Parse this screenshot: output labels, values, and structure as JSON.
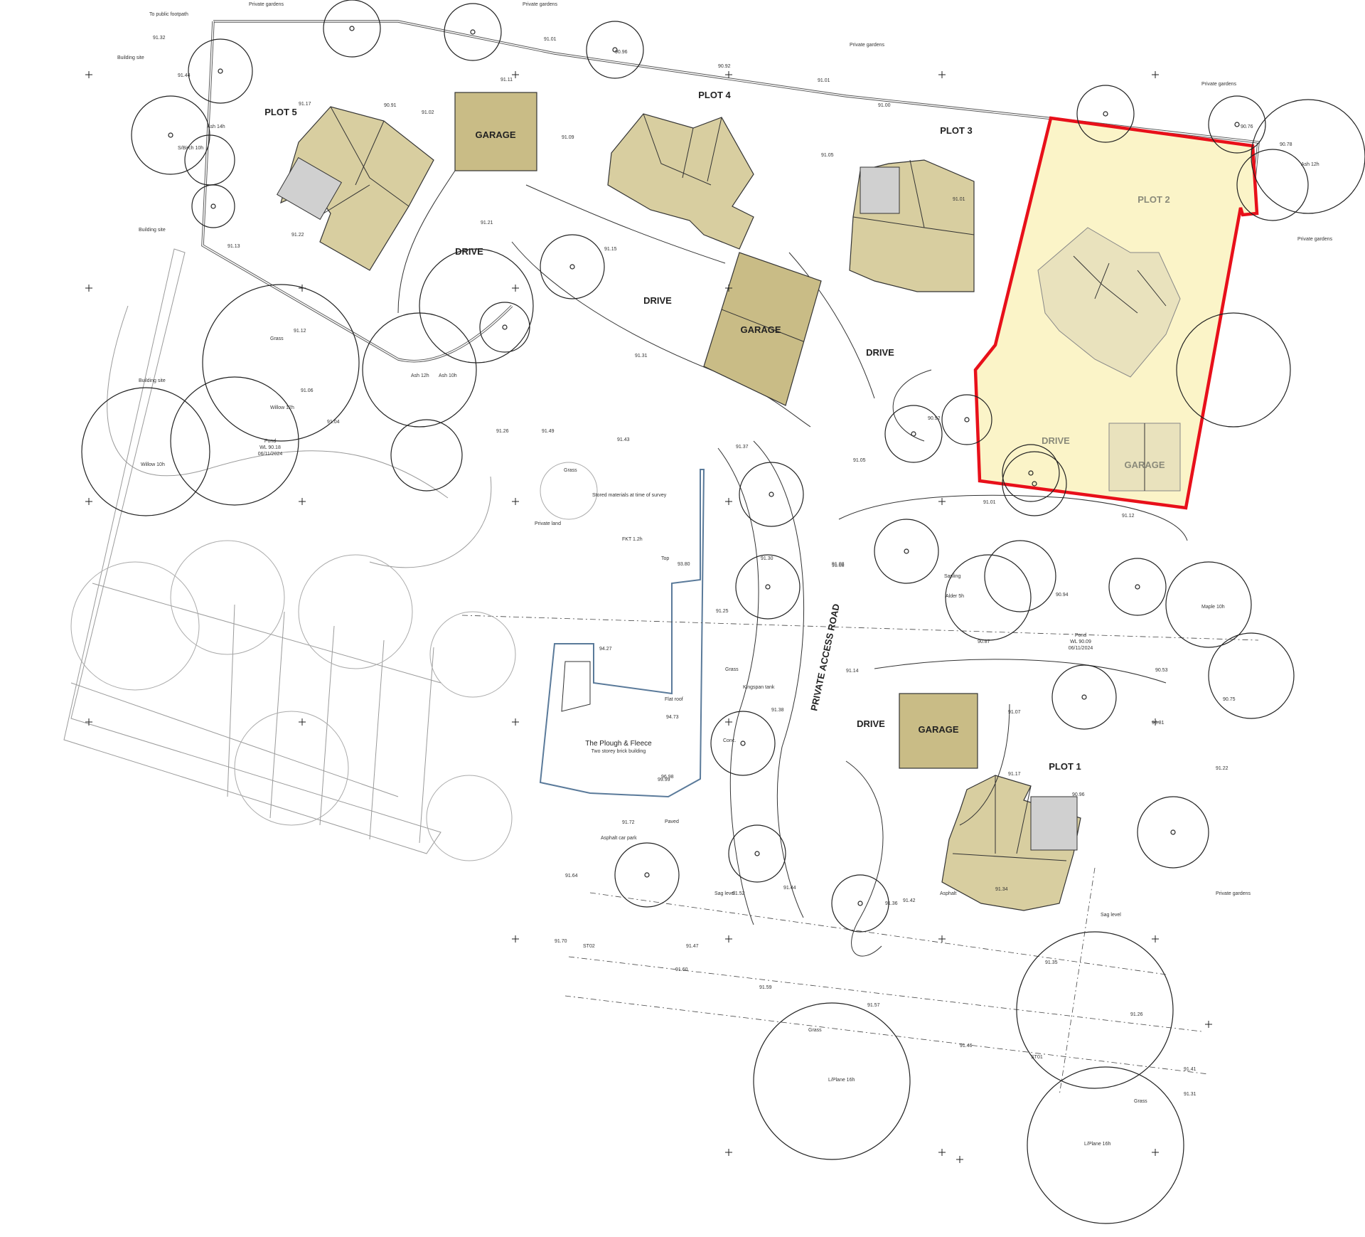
{
  "plan": {
    "plots": [
      {
        "id": "plot-1",
        "label": "PLOT 1"
      },
      {
        "id": "plot-2",
        "label": "PLOT 2"
      },
      {
        "id": "plot-3",
        "label": "PLOT 3"
      },
      {
        "id": "plot-4",
        "label": "PLOT 4"
      },
      {
        "id": "plot-5",
        "label": "PLOT 5"
      }
    ],
    "garage_label": "GARAGE",
    "drive_label": "DRIVE",
    "road_label": "PRIVATE ACCESS ROAD",
    "pub": {
      "name": "The Plough & Fleece",
      "description": "Two storey brick building"
    },
    "pond_left": {
      "name": "Pond",
      "wl": "WL 90.18",
      "date": "06/11/2024"
    },
    "pond_right": {
      "name": "Pond",
      "wl": "WL 90.09",
      "date": "06/11/2024"
    },
    "notes": {
      "public_footpath": "To public footpath",
      "building_site_1": "Building site",
      "building_site_2": "Building site",
      "building_site_3": "Building site",
      "private_gardens_1": "Private gardens",
      "private_gardens_2": "Private gardens",
      "private_gardens_3": "Private gardens",
      "private_gardens_4": "Private gardens",
      "private_gardens_5": "Private gardens",
      "private_gardens_6": "Private gardens",
      "private_land": "Private land",
      "stored_materials": "Stored materials at time of survey",
      "asphalt_car_park": "Asphalt car park",
      "grass_1": "Grass",
      "grass_2": "Grass",
      "grass_3": "Grass",
      "grass_4": "Grass",
      "grass_5": "Grass",
      "paved": "Paved",
      "kingspan_tank": "Kingspan tank",
      "flat_roof": "Flat roof",
      "sag_level_1": "Sag level",
      "sag_level_2": "Sag level",
      "fkt": "FKT 1.2h",
      "top": "Top",
      "concrete": "Conc.",
      "asphalt": "Asphalt",
      "sapling": "Sapling",
      "st01": "ST01",
      "st02": "ST02"
    },
    "trees": {
      "ash_12h_a": "Ash 12h",
      "ash_12h_b": "Ash 12h",
      "ash_10h": "Ash 10h",
      "ash_14h": "Ash 14h",
      "willow_12h": "Willow 12h",
      "willow_10h": "Willow 10h",
      "silver_birch_10h": "S/Birch 10h",
      "lime_plane_16h_a": "L/Plane 16h",
      "lime_plane_16h_b": "L/Plane 16h",
      "maple_10h": "Maple 10h",
      "alder": "Alder 5h"
    },
    "levels": {
      "l1": "91.32",
      "l2": "91.44",
      "l3": "91.17",
      "l4": "90.91",
      "l5": "91.02",
      "l6": "91.01",
      "l7": "91.11",
      "l8": "91.09",
      "l9": "90.96",
      "l10": "91.00",
      "l11": "90.92",
      "l12": "91.01",
      "l13": "91.05",
      "l14": "91.01",
      "l15": "90.76",
      "l16": "90.78",
      "l17": "91.22",
      "l18": "91.13",
      "l19": "91.21",
      "l20": "91.15",
      "l21": "91.31",
      "l22": "91.12",
      "l23": "91.06",
      "l24": "91.04",
      "l25": "91.26",
      "l26": "91.49",
      "l27": "91.43",
      "l28": "91.37",
      "l29": "91.25",
      "l30": "91.30",
      "l31": "91.08",
      "l32": "91.14",
      "l33": "91.05",
      "l34": "90.92",
      "l35": "91.01",
      "l36": "91.12",
      "l37": "90.94",
      "l38": "90.87",
      "l39": "90.53",
      "l40": "90.81",
      "l41": "91.07",
      "l42": "91.17",
      "l43": "90.96",
      "l44": "91.36",
      "l45": "91.34",
      "l46": "91.47",
      "l47": "91.60",
      "l48": "91.59",
      "l49": "91.57",
      "l50": "91.46",
      "l51": "91.41",
      "l52": "91.31",
      "l53": "91.35",
      "l54": "91.26",
      "l55": "91.22",
      "l56": "90.75",
      "l57": "91.64",
      "l58": "91.72",
      "l59": "91.70",
      "l60": "93.80",
      "l61": "96.98",
      "l62": "94.27",
      "l63": "94.73",
      "l64": "99.99",
      "l65": "91.38",
      "l66": "91.42",
      "l67": "91.44",
      "l68": "91.08",
      "l69": "91.52"
    }
  }
}
